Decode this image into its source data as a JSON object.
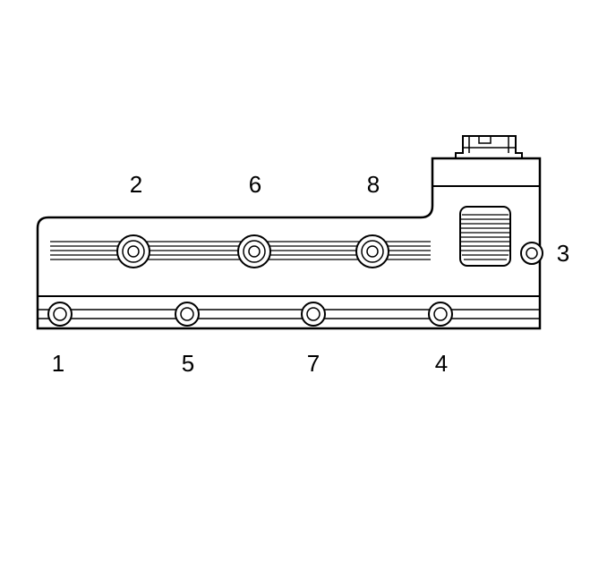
{
  "labels": {
    "top": [
      "2",
      "6",
      "8"
    ],
    "right": "3",
    "bottom": [
      "1",
      "5",
      "7",
      "4"
    ]
  },
  "colors": {
    "stroke": "#000000",
    "background": "#ffffff"
  }
}
